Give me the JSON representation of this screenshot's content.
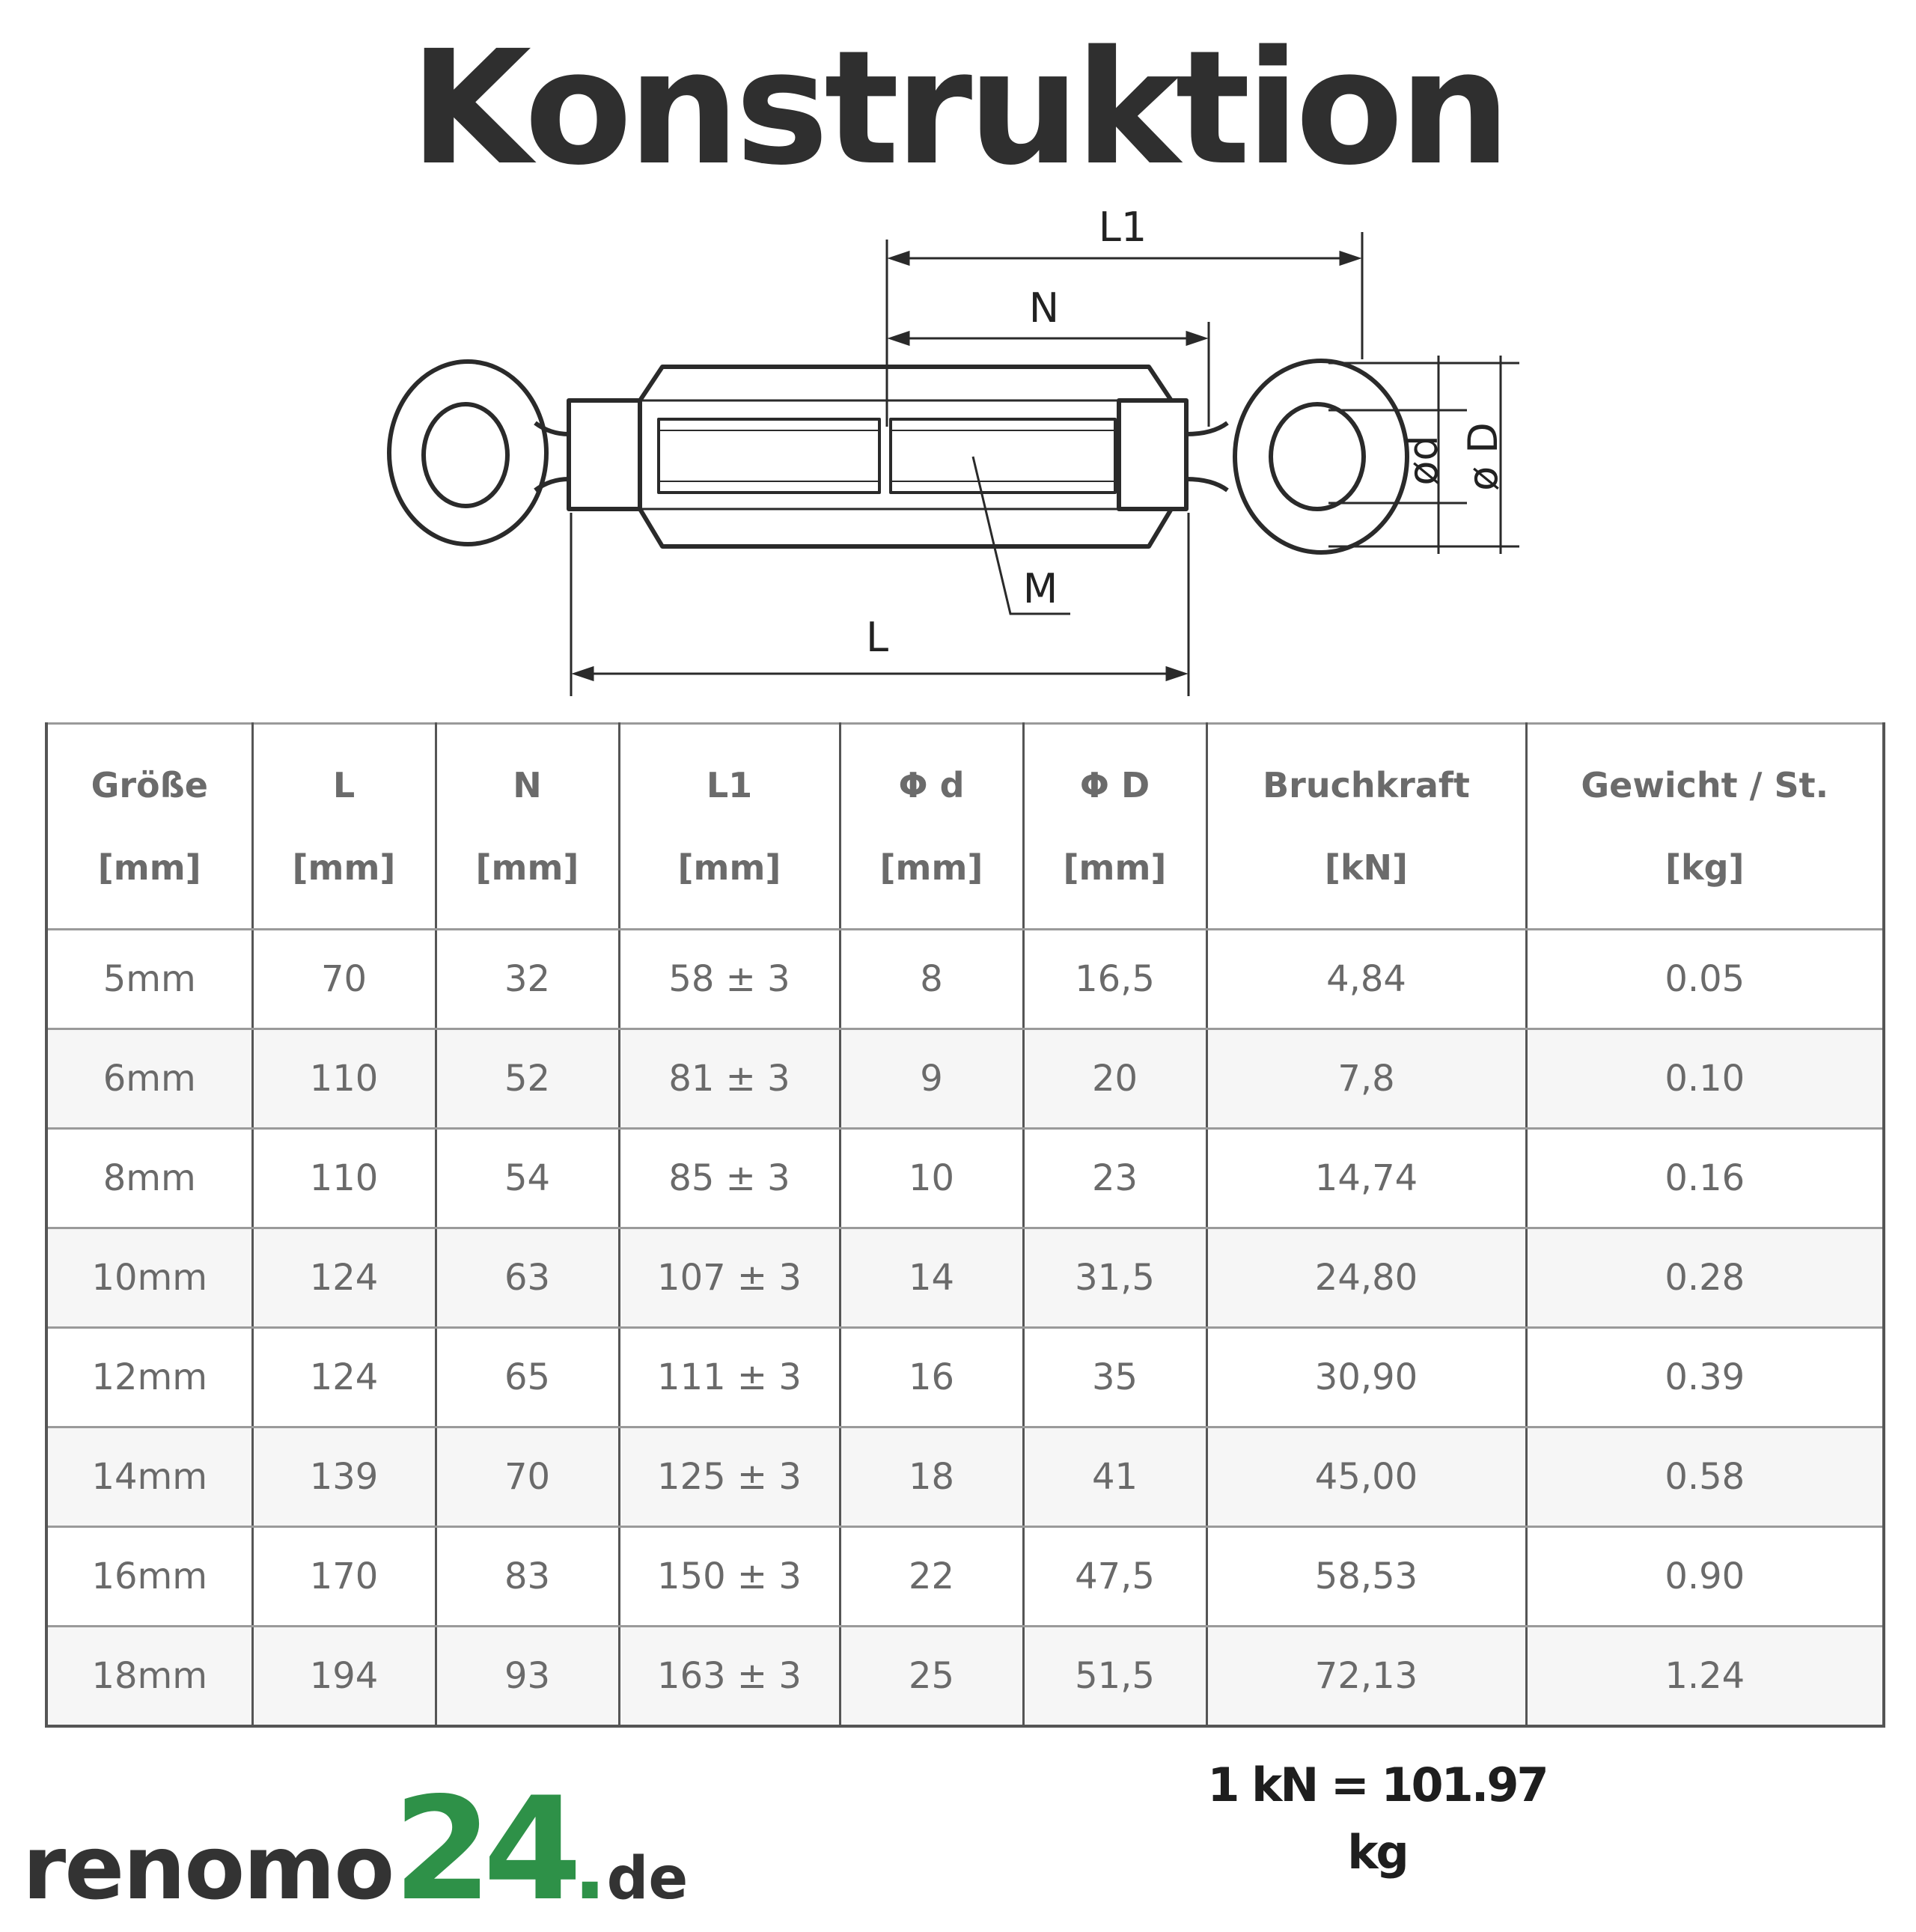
{
  "title": "Konstruktion",
  "drawing": {
    "labels": {
      "l1": "L1",
      "n": "N",
      "m": "M",
      "l": "L",
      "d_small": "ød",
      "d_large": "ø D"
    }
  },
  "table": {
    "headers": [
      {
        "line1": "Größe",
        "line2": "[mm]"
      },
      {
        "line1": "L",
        "line2": "[mm]"
      },
      {
        "line1": "N",
        "line2": "[mm]"
      },
      {
        "line1": "L1",
        "line2": "[mm]"
      },
      {
        "line1": "Φ d",
        "line2": "[mm]"
      },
      {
        "line1": "Φ D",
        "line2": "[mm]"
      },
      {
        "line1": "Bruchkraft",
        "line2": "[kN]"
      },
      {
        "line1": "Gewicht / St.",
        "line2": "[kg]"
      }
    ],
    "rows": [
      [
        "5mm",
        "70",
        "32",
        "58 ± 3",
        "8",
        "16,5",
        "4,84",
        "0.05"
      ],
      [
        "6mm",
        "110",
        "52",
        "81 ± 3",
        "9",
        "20",
        "7,8",
        "0.10"
      ],
      [
        "8mm",
        "110",
        "54",
        "85 ± 3",
        "10",
        "23",
        "14,74",
        "0.16"
      ],
      [
        "10mm",
        "124",
        "63",
        "107 ± 3",
        "14",
        "31,5",
        "24,80",
        "0.28"
      ],
      [
        "12mm",
        "124",
        "65",
        "111 ± 3",
        "16",
        "35",
        "30,90",
        "0.39"
      ],
      [
        "14mm",
        "139",
        "70",
        "125 ± 3",
        "18",
        "41",
        "45,00",
        "0.58"
      ],
      [
        "16mm",
        "170",
        "83",
        "150 ± 3",
        "22",
        "47,5",
        "58,53",
        "0.90"
      ],
      [
        "18mm",
        "194",
        "93",
        "163 ± 3",
        "25",
        "51,5",
        "72,13",
        "1.24"
      ]
    ]
  },
  "conversion": "1 kN = 101.97 kg",
  "logo": {
    "word": "renomo",
    "digits": "24",
    "dot": ".",
    "tld": "de"
  },
  "colors": {
    "title": "#2f2f2f",
    "logo_green": "#2e9148",
    "text": "#6a6a6a"
  }
}
